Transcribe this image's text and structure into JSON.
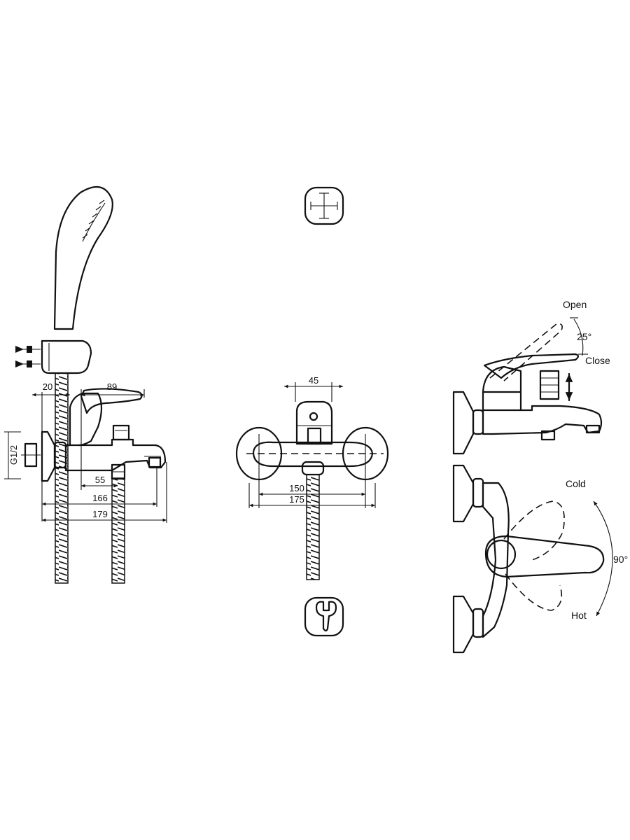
{
  "dimensions": {
    "side_top_a": "20",
    "side_top_b": "89",
    "side_thread": "G1/2",
    "side_bottom_a": "55",
    "side_bottom_b": "166",
    "side_bottom_c": "179",
    "front_top": "45",
    "front_bottom_a": "150",
    "front_bottom_b": "175"
  },
  "labels": {
    "open": "Open",
    "close": "Close",
    "lever_angle": "25°",
    "cold": "Cold",
    "hot": "Hot",
    "rotate_angle": "90°"
  },
  "icons": [
    "crosshair-icon",
    "wrench-icon"
  ]
}
